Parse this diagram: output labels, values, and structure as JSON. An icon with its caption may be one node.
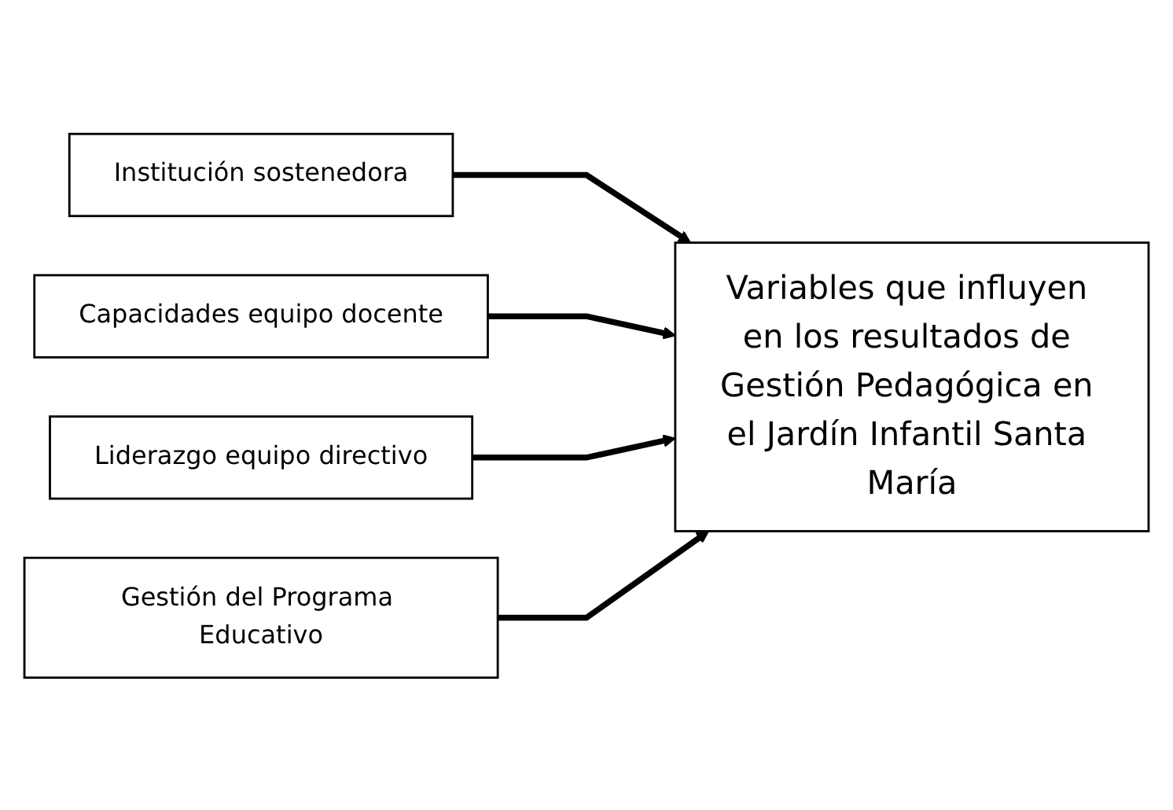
{
  "diagram": {
    "nodes": [
      {
        "text": [
          "Institución sostenedora"
        ]
      },
      {
        "text": [
          "Capacidades equipo docente"
        ]
      },
      {
        "text": [
          "Variables que influyen en los resultados de Gestión Pedagógica en el Jardín Infantil Santa María"
        ]
      },
      {
        "text": [
          "Liderazgo equipo directivo"
        ]
      },
      {
        "text": [
          "Gestión del Programa Educativo"
        ]
      }
    ],
    "edges": [
      {
        "from": 0,
        "to": 2,
        "arrow": "to"
      },
      {
        "from": 1,
        "to": 2,
        "arrow": "to"
      },
      {
        "from": 3,
        "to": 2,
        "arrow": "to"
      },
      {
        "from": 4,
        "to": 2,
        "arrow": "to"
      }
    ]
  }
}
